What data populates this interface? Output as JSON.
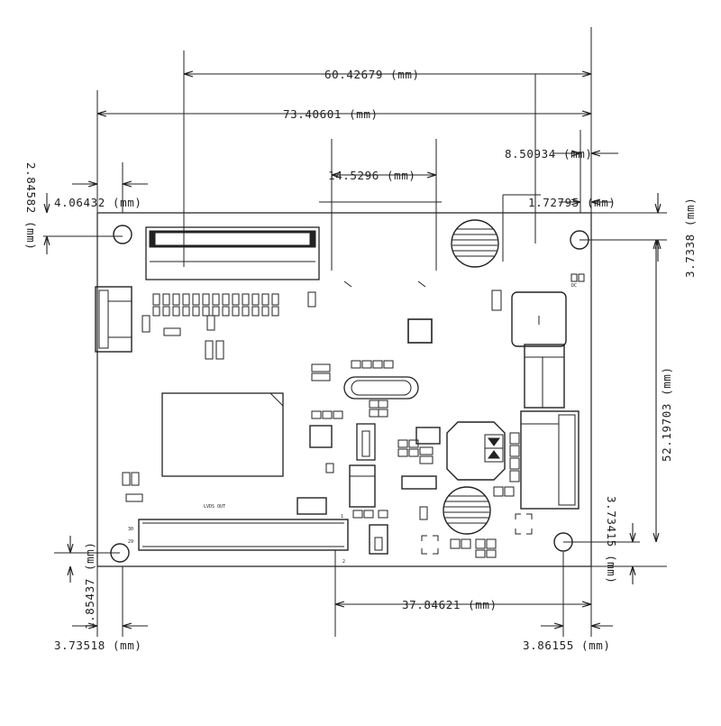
{
  "diagram": {
    "colors": {
      "ink": "#222222",
      "board": "#ffffff",
      "background": "#ffffff"
    },
    "dimensions": [
      {
        "id": "w-60-4",
        "value": "60.42679",
        "unit": "(mm)"
      },
      {
        "id": "w-73-4",
        "value": "73.40601",
        "unit": "(mm)"
      },
      {
        "id": "w-14-5",
        "value": "14.5296",
        "unit": "(mm)"
      },
      {
        "id": "w-8-50",
        "value": "8.50934",
        "unit": "(mm)"
      },
      {
        "id": "w-4-06",
        "value": "4.06432",
        "unit": "(mm)"
      },
      {
        "id": "w-1-72",
        "value": "1.72795",
        "unit": "(mm)"
      },
      {
        "id": "h-2-84",
        "value": "2.84582",
        "unit": "(mm)"
      },
      {
        "id": "h-3-73",
        "value": "3.7338",
        "unit": "(mm)"
      },
      {
        "id": "h-52-1",
        "value": "52.19703",
        "unit": "(mm)"
      },
      {
        "id": "h-3-734",
        "value": "3.73415",
        "unit": "(mm)"
      },
      {
        "id": "h-1-85",
        "value": "1.85437",
        "unit": "(mm)"
      },
      {
        "id": "w-37-8",
        "value": "37.84621",
        "unit": "(mm)"
      },
      {
        "id": "w-3-735",
        "value": "3.73518",
        "unit": "(mm)"
      },
      {
        "id": "w-3-86",
        "value": "3.86155",
        "unit": "(mm)"
      }
    ],
    "pcb_labels": {
      "lvds_out": "LVDS OUT",
      "pin_30": "30",
      "pin_29": "29",
      "pin_1": "1",
      "pin_2": "2",
      "dc_mark": "DC"
    }
  }
}
